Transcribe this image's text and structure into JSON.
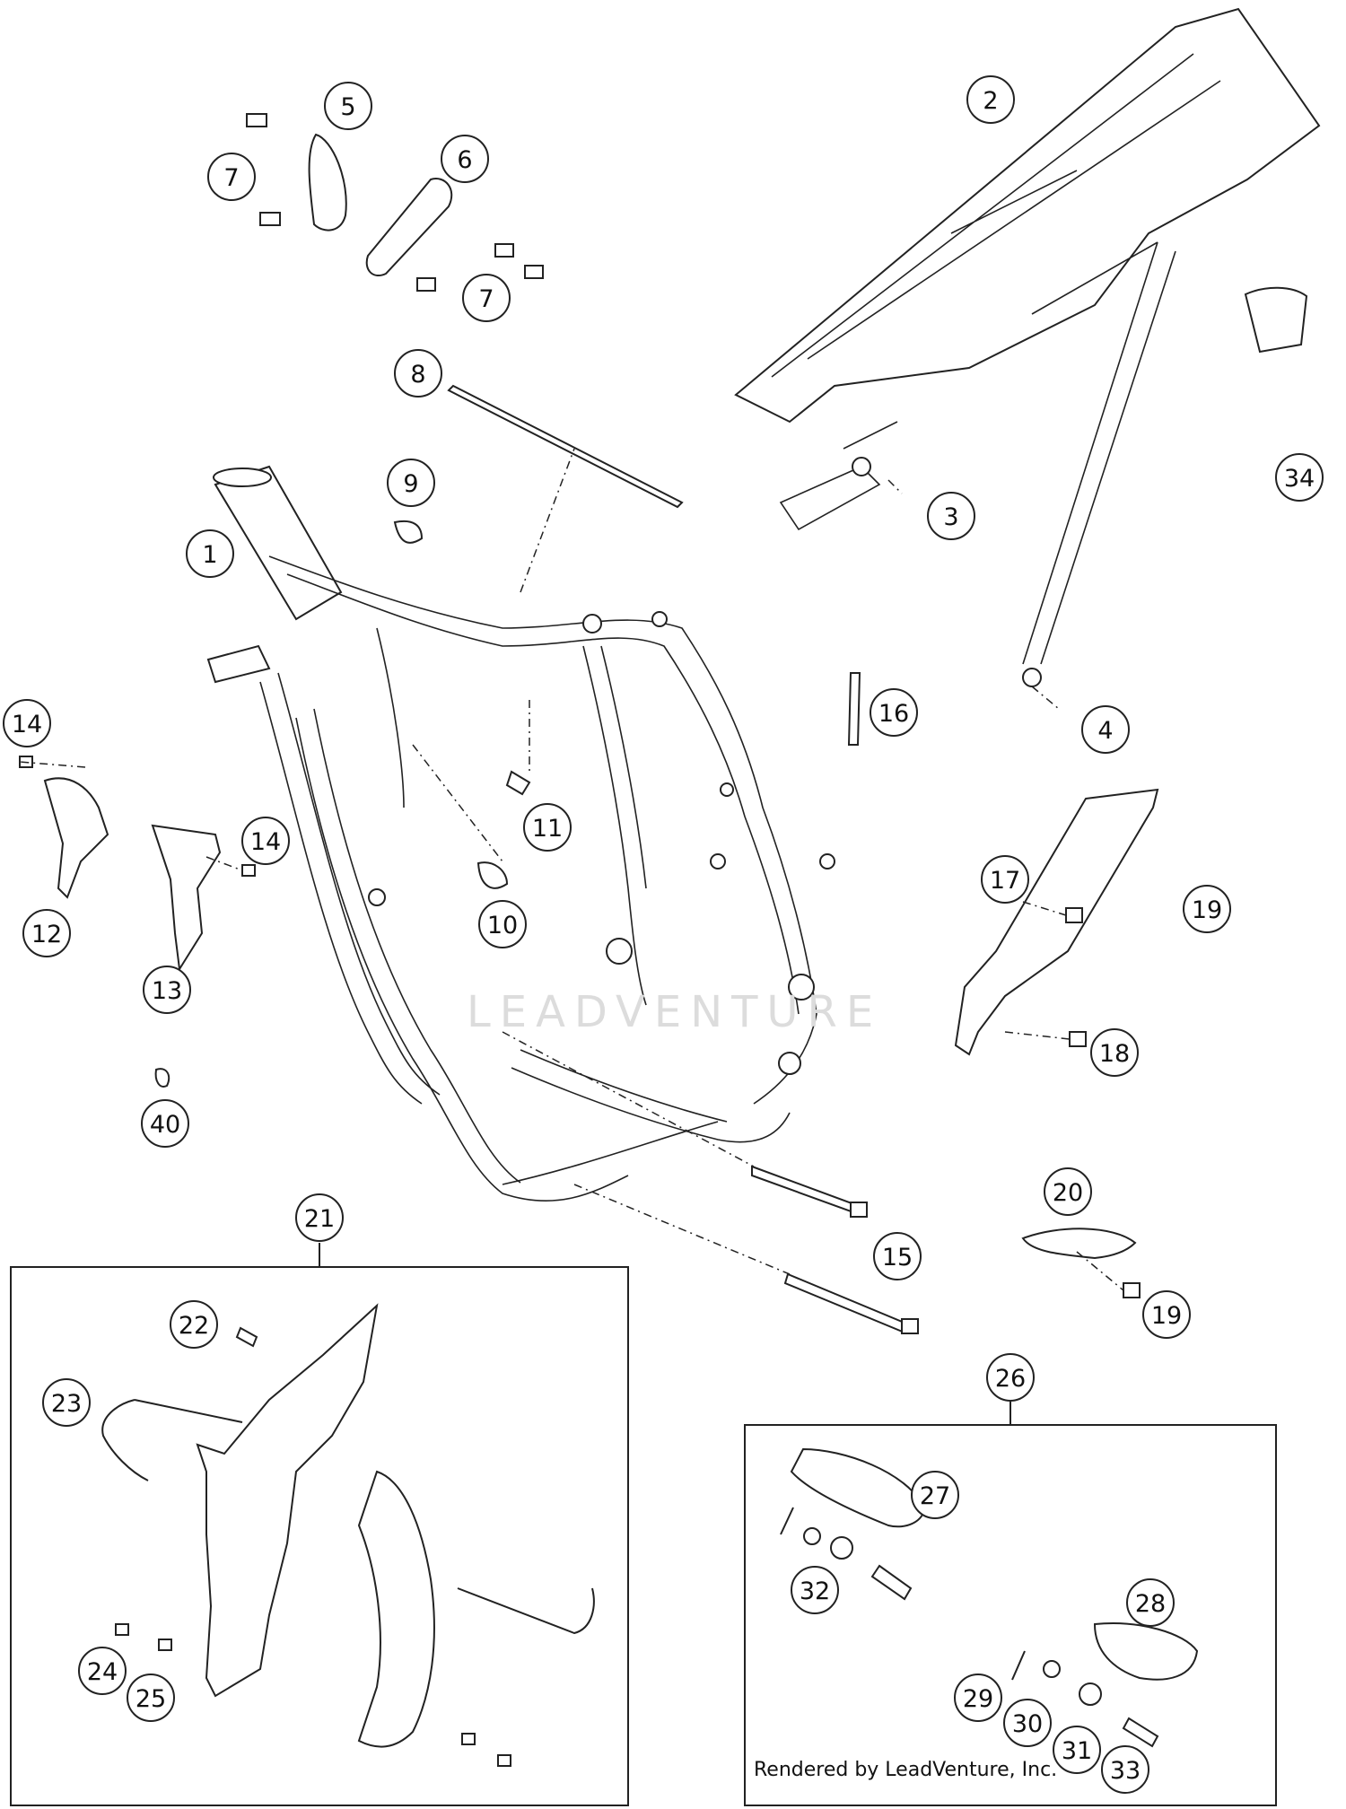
{
  "diagram": {
    "callouts": [
      {
        "label": "1"
      },
      {
        "label": "2"
      },
      {
        "label": "3"
      },
      {
        "label": "4"
      },
      {
        "label": "5"
      },
      {
        "label": "6"
      },
      {
        "label": "7"
      },
      {
        "label": "7"
      },
      {
        "label": "8"
      },
      {
        "label": "9"
      },
      {
        "label": "10"
      },
      {
        "label": "11"
      },
      {
        "label": "12"
      },
      {
        "label": "13"
      },
      {
        "label": "14"
      },
      {
        "label": "14"
      },
      {
        "label": "15"
      },
      {
        "label": "16"
      },
      {
        "label": "17"
      },
      {
        "label": "18"
      },
      {
        "label": "19"
      },
      {
        "label": "19"
      },
      {
        "label": "20"
      },
      {
        "label": "21"
      },
      {
        "label": "22"
      },
      {
        "label": "23"
      },
      {
        "label": "24"
      },
      {
        "label": "25"
      },
      {
        "label": "26"
      },
      {
        "label": "27"
      },
      {
        "label": "28"
      },
      {
        "label": "29"
      },
      {
        "label": "30"
      },
      {
        "label": "31"
      },
      {
        "label": "32"
      },
      {
        "label": "33"
      },
      {
        "label": "34"
      },
      {
        "label": "40"
      }
    ],
    "watermark": "LEADVENTURE",
    "credit": "Rendered by LeadVenture, Inc."
  }
}
